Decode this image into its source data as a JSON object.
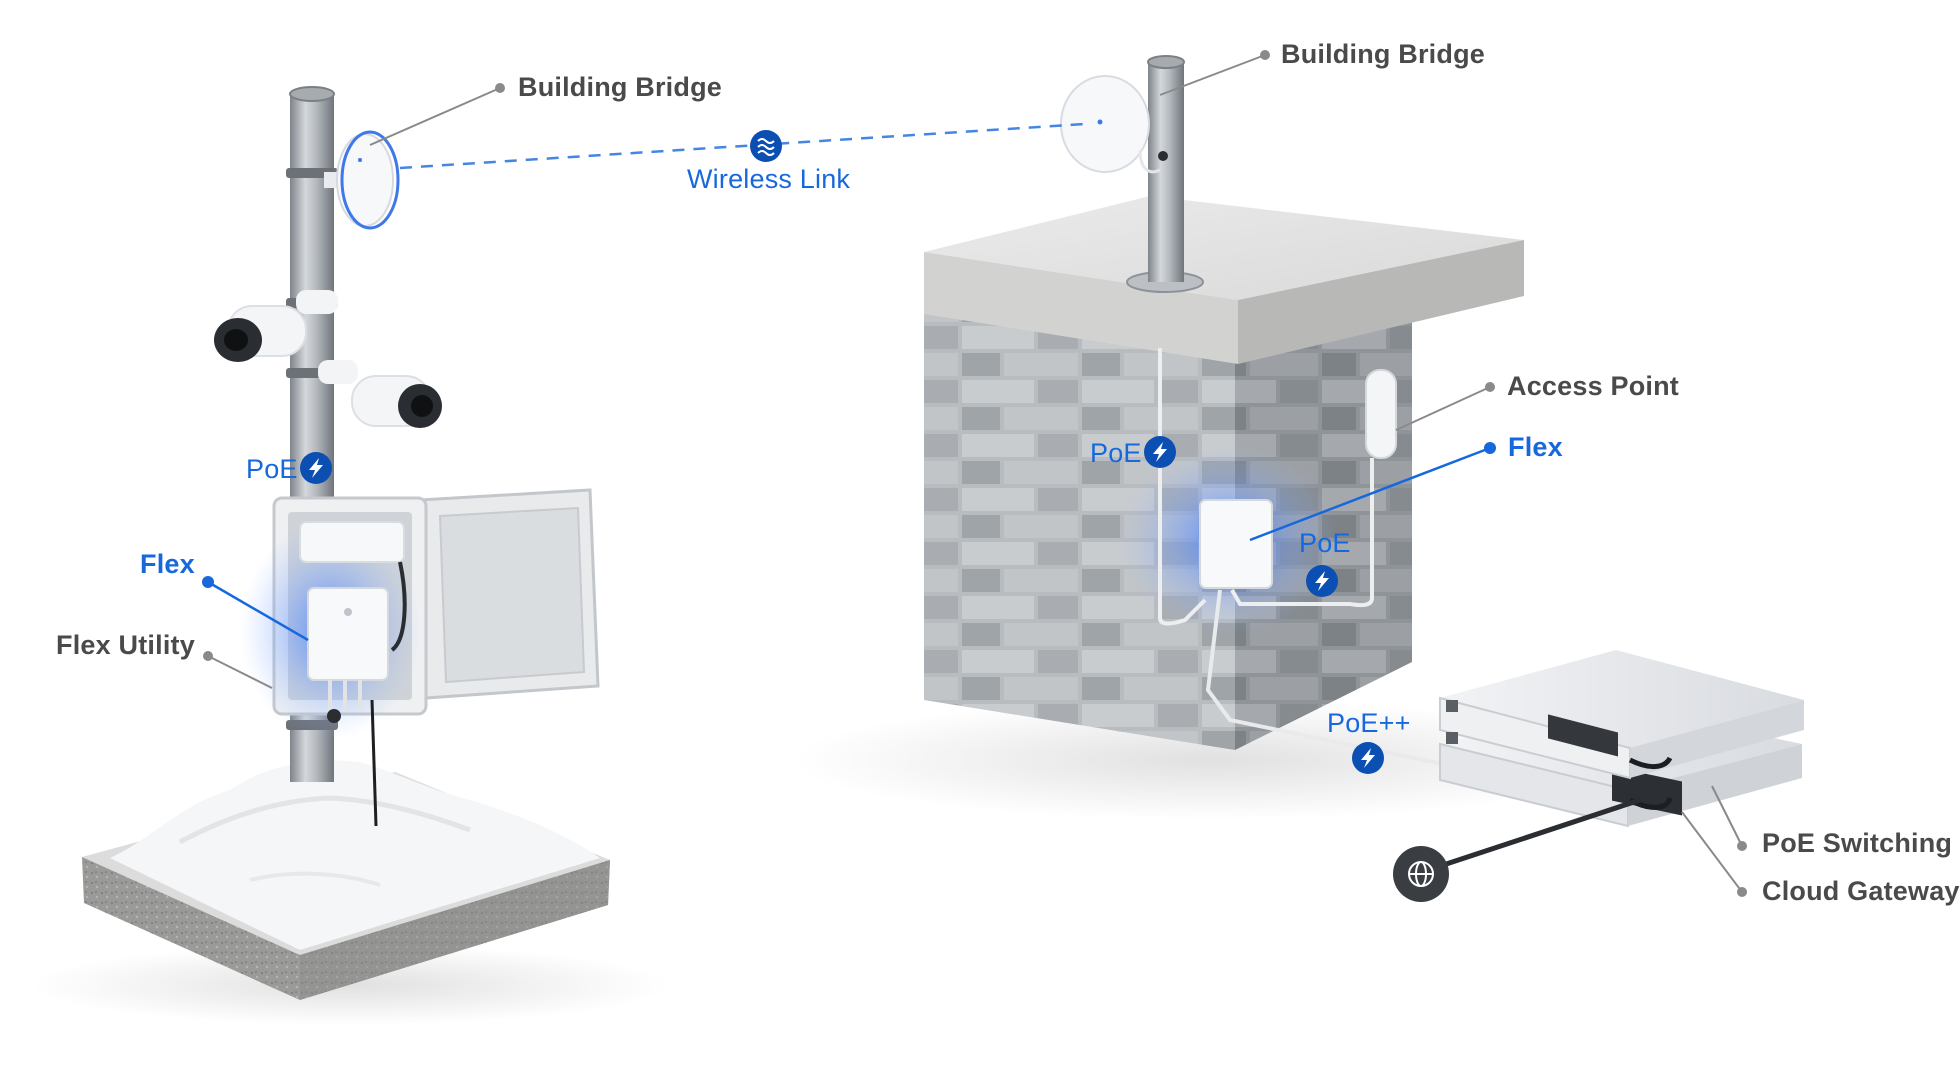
{
  "labels": {
    "building_bridge_left": "Building Bridge",
    "building_bridge_right": "Building Bridge",
    "wireless_link": "Wireless Link",
    "poe_pole": "PoE",
    "flex_left": "Flex",
    "flex_utility": "Flex Utility",
    "poe_wall_left": "PoE",
    "access_point": "Access Point",
    "flex_right": "Flex",
    "poe_wall_right": "PoE",
    "poe_plus_plus": "PoE++",
    "poe_switching": "PoE Switching",
    "cloud_gateway": "Cloud Gateway"
  },
  "icons": {
    "poe": "lightning-bolt-icon",
    "wireless": "wireless-waves-icon",
    "internet": "globe-icon"
  },
  "colors": {
    "accent_blue": "#1668dc",
    "badge_blue": "#0b4fb3",
    "label_grey": "#4a4a4a",
    "leader_grey": "#8a8a8a",
    "globe_badge": "#3a3d42"
  }
}
